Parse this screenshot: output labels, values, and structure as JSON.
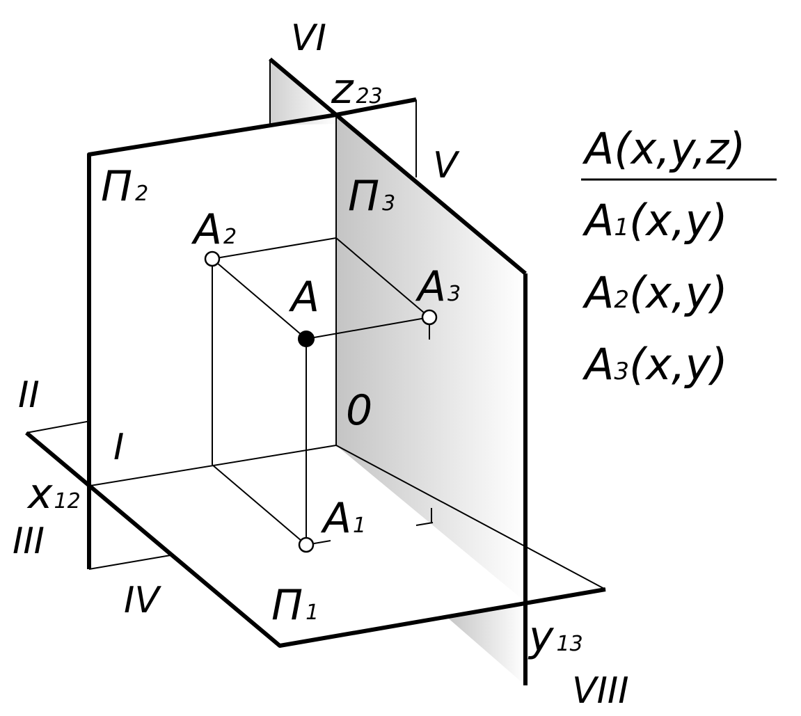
{
  "diagram": {
    "labels": {
      "plane_p1": "П",
      "plane_p1_sub": "1",
      "plane_p2": "П",
      "plane_p2_sub": "2",
      "plane_p3": "П",
      "plane_p3_sub": "3",
      "point_a": "A",
      "point_a1": "A",
      "point_a1_sub": "1",
      "point_a2": "A",
      "point_a2_sub": "2",
      "point_a3": "A",
      "point_a3_sub": "3",
      "axis_x": "x",
      "axis_x_sub": "12",
      "axis_y": "y",
      "axis_y_sub": "13",
      "axis_z": "z",
      "axis_z_sub": "23",
      "origin": "0"
    },
    "octants": [
      "I",
      "II",
      "III",
      "IV",
      "V",
      "VI",
      "VIII"
    ],
    "formula": {
      "numerator": "A(x,y,z)",
      "line1_main": "A",
      "line1_sub": "1",
      "line1_rest": "(x,y)",
      "line2_main": "A",
      "line2_sub": "2",
      "line2_rest": "(x,y)",
      "line3_main": "A",
      "line3_sub": "3",
      "line3_rest": "(x,y)"
    },
    "colors": {
      "line": "#000000",
      "plane_shade_dark": "#c8c8c8",
      "plane_shade_light": "#ffffff",
      "point_fill": "#000000",
      "projection_fill": "#ffffff"
    }
  }
}
